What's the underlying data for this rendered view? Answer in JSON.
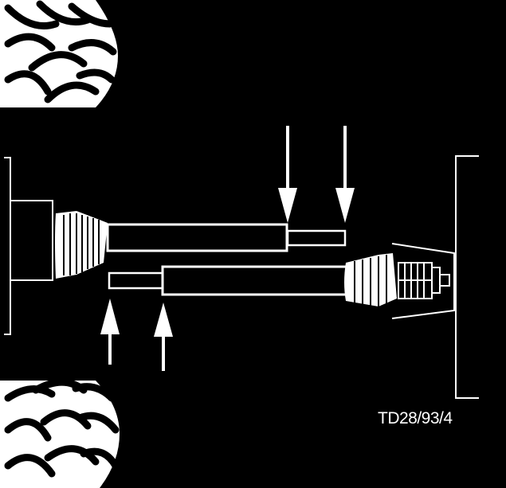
{
  "figure": {
    "reference_code": "TD28/93/4"
  },
  "colors": {
    "background": "#000000",
    "line": "#ffffff"
  },
  "arrows": {
    "top_count": 2,
    "bottom_count": 2,
    "direction_top": "down",
    "direction_bottom": "up"
  }
}
